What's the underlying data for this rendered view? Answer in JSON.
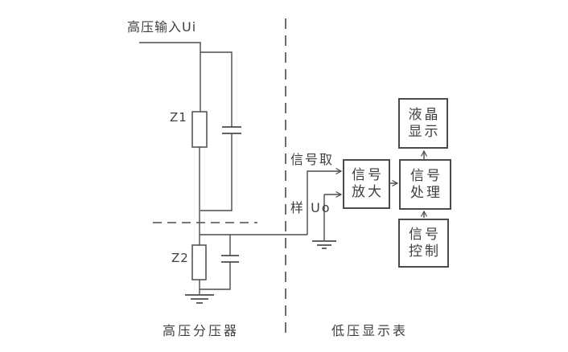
{
  "labels": {
    "hv_input": "高压输入Ui",
    "z1": "Z1",
    "z2": "Z2",
    "sampling_line1": "信号取",
    "sampling_line2": "样 Uo",
    "hv_divider_section": "高压分压器",
    "lv_display_section": "低压显示表"
  },
  "blocks": {
    "amplifier": {
      "line1": "信号",
      "line2": "放大"
    },
    "processor": {
      "line1": "信号",
      "line2": "处理"
    },
    "lcd": {
      "line1": "液晶",
      "line2": "显示"
    },
    "controller": {
      "line1": "信号",
      "line2": "控制"
    }
  },
  "colors": {
    "line": "#4b4b4b",
    "text": "#3f3f3f",
    "background": "#ffffff"
  }
}
